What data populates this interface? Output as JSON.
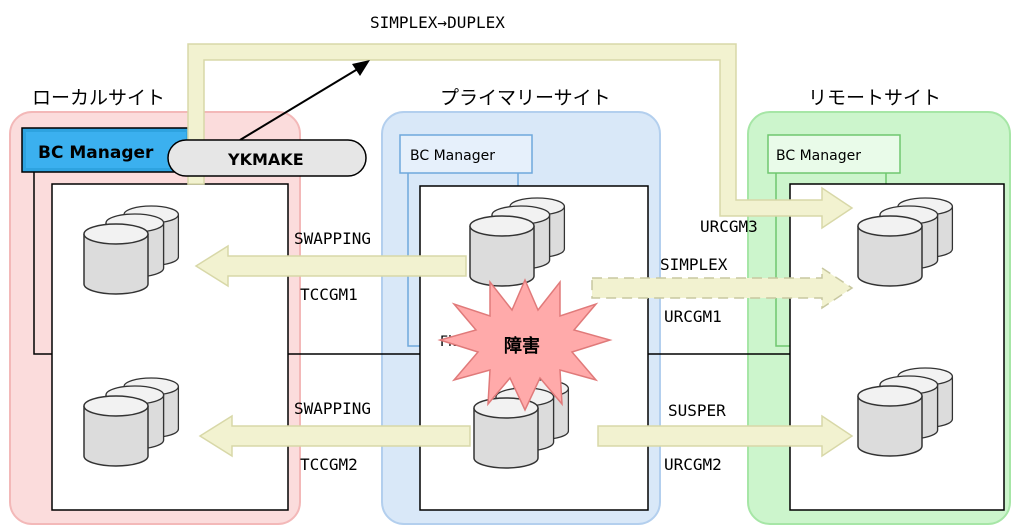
{
  "sites": {
    "local": {
      "label": "ローカルサイト",
      "bc_label": "BC Manager",
      "fill": "#fbdcdc"
    },
    "primary": {
      "label": "プライマリーサイト",
      "bc_label": "BC Manager",
      "fill": "#d9e8f8"
    },
    "remote": {
      "label": "リモートサイト",
      "bc_label": "BC Manager",
      "fill": "#ccf5cc"
    }
  },
  "command": {
    "label": "YKMAKE"
  },
  "flow_labels": {
    "top_transition": "SIMPLEX→DUPLEX",
    "urcgm3": "URCGM3",
    "simplex": "SIMPLEX",
    "urcgm1": "URCGM1",
    "susper": "SUSPER",
    "urcgm2": "URCGM2",
    "swapping1": "SWAPPING",
    "tccgm1": "TCCGM1",
    "swapping2": "SWAPPING",
    "tccgm2": "TCCGM2"
  },
  "failure": {
    "label": "障害",
    "hidden_text": "Fla"
  },
  "colors": {
    "arrow": "#f2f2d0",
    "arrow_stroke": "#d8d8a8",
    "starburst": "#ffaaaa",
    "disk": "#d8d8d8"
  }
}
